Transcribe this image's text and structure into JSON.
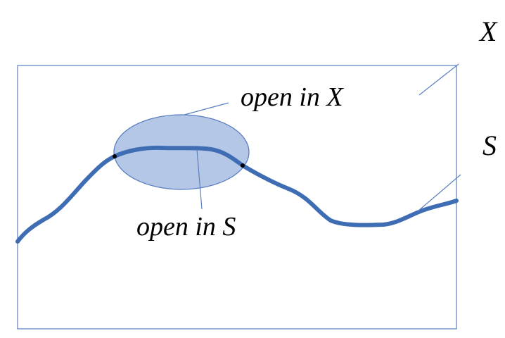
{
  "labels": {
    "space": "X",
    "subspace": "S",
    "open_in_space": "open in X",
    "open_in_subspace": "open in S"
  },
  "colors": {
    "frame": "#5a7fbf",
    "curve": "#3f6db3",
    "ellipse_fill": "#b4c7e7",
    "ellipse_stroke": "#5b7fbf",
    "leader": "#5a7fbf",
    "dot": "#000000",
    "text": "#000000"
  }
}
